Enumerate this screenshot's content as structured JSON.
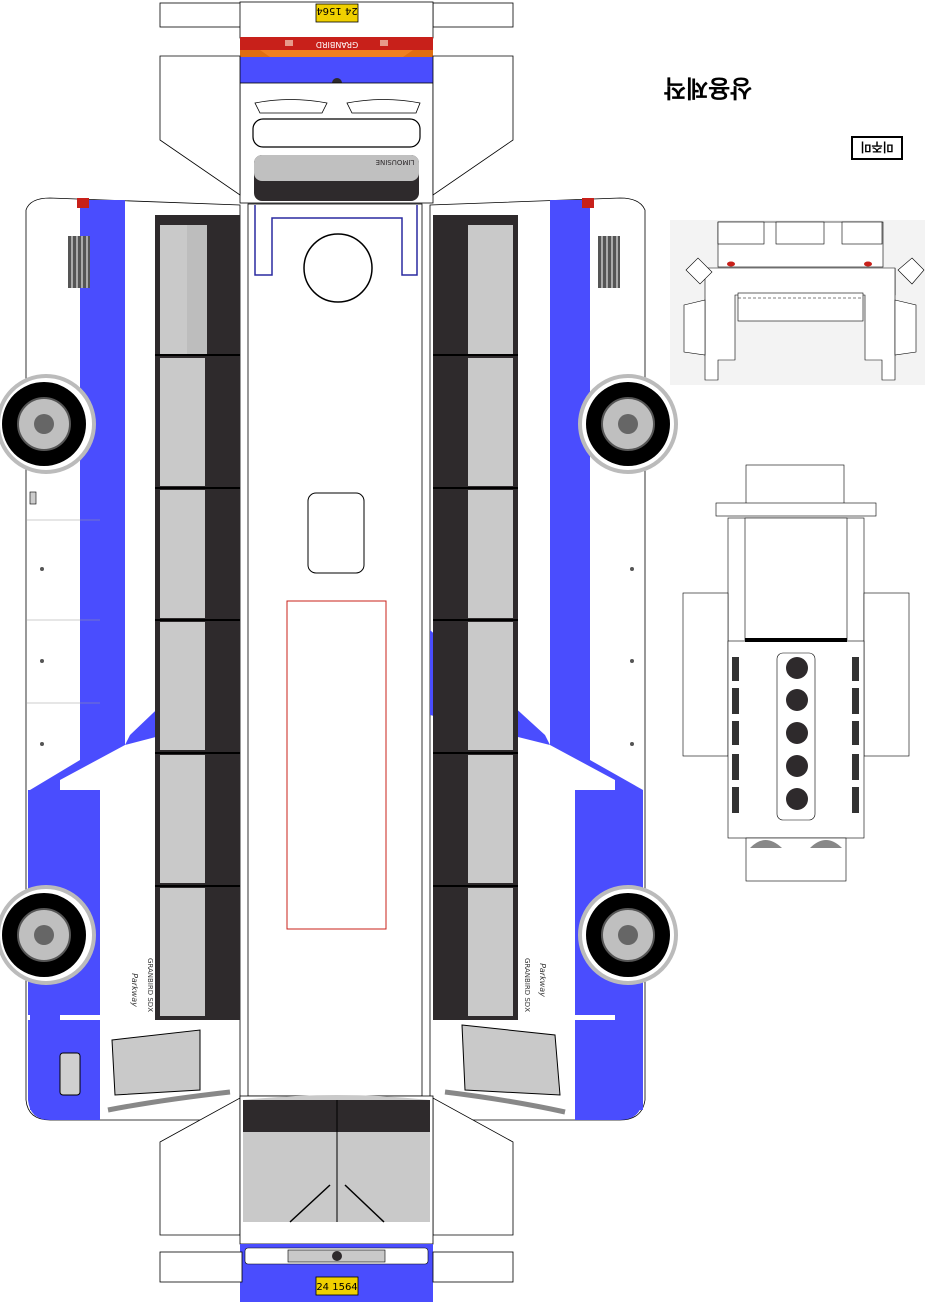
{
  "title": "상용제작",
  "label_box": "미주미",
  "plates": {
    "top": "24 1564",
    "bottom": "24 1564"
  },
  "brand": {
    "front_strip": "GRANBIRD",
    "side_model": "GRANBIRD SDX",
    "side_script": "Parkway",
    "windshield_text": "LIMOUSINE"
  },
  "colors": {
    "blue": "#4a4dfe",
    "dark": "#2e2a2c",
    "glass": "#c9c9c9",
    "red": "#c8201a",
    "orange": "#f08020",
    "plate": "#f0d000"
  }
}
